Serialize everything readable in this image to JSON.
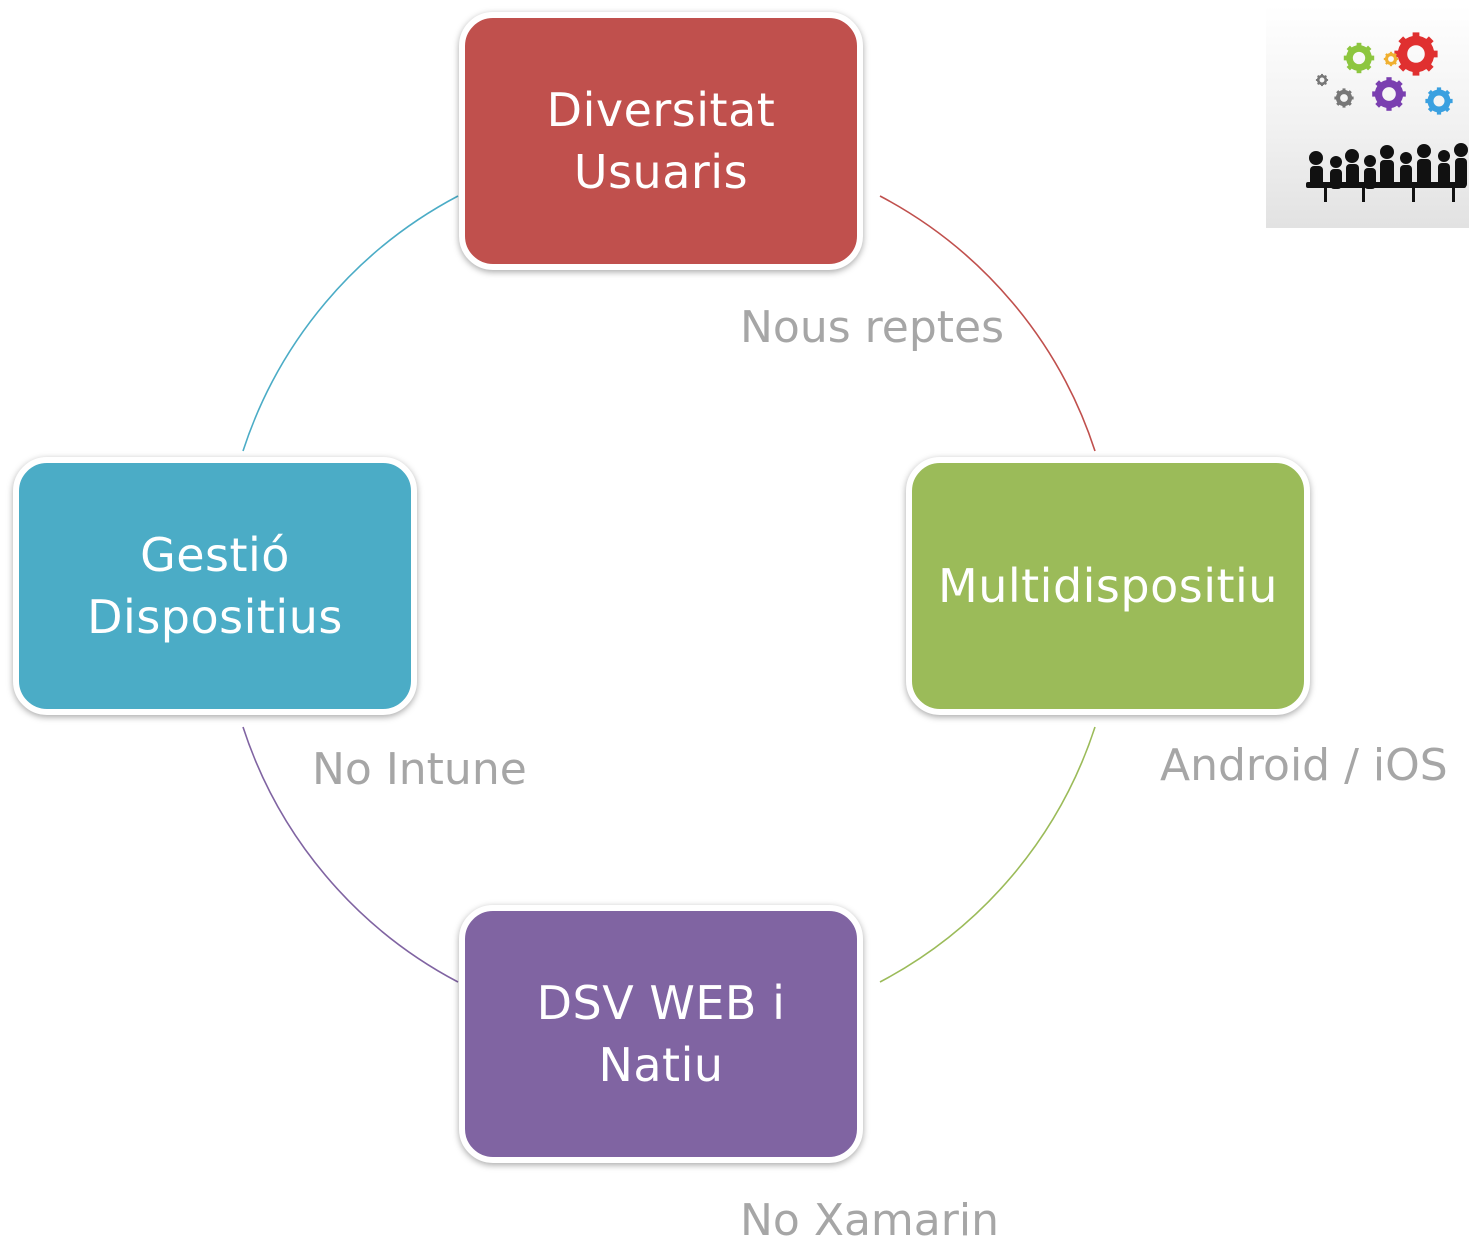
{
  "diagram": {
    "nodes": [
      {
        "id": "top",
        "lines": [
          "Diversitat",
          "Usuaris"
        ],
        "color": "#c0504d"
      },
      {
        "id": "right",
        "lines": [
          "Multidispositiu"
        ],
        "color": "#9bbb59"
      },
      {
        "id": "bottom",
        "lines": [
          "DSV WEB i",
          "Natiu"
        ],
        "color": "#8064a2"
      },
      {
        "id": "left",
        "lines": [
          "Gestió",
          "Dispositius"
        ],
        "color": "#4bacc6"
      }
    ],
    "notes": {
      "top": "Nous reptes",
      "right": "Android / iOS",
      "bottom": "No Xamarin",
      "left": "No Intune"
    },
    "connector_colors": {
      "top_to_right": "#c0504d",
      "right_to_bottom": "#9bbb59",
      "bottom_to_left": "#8064a2",
      "left_to_top": "#4bacc6"
    },
    "picture": {
      "icon": "gears-and-team-meeting-icon",
      "gear_colors": [
        "#e03030",
        "#8dc63f",
        "#7a3fb0",
        "#3aa0e0",
        "#f0b030",
        "#777777"
      ]
    }
  }
}
